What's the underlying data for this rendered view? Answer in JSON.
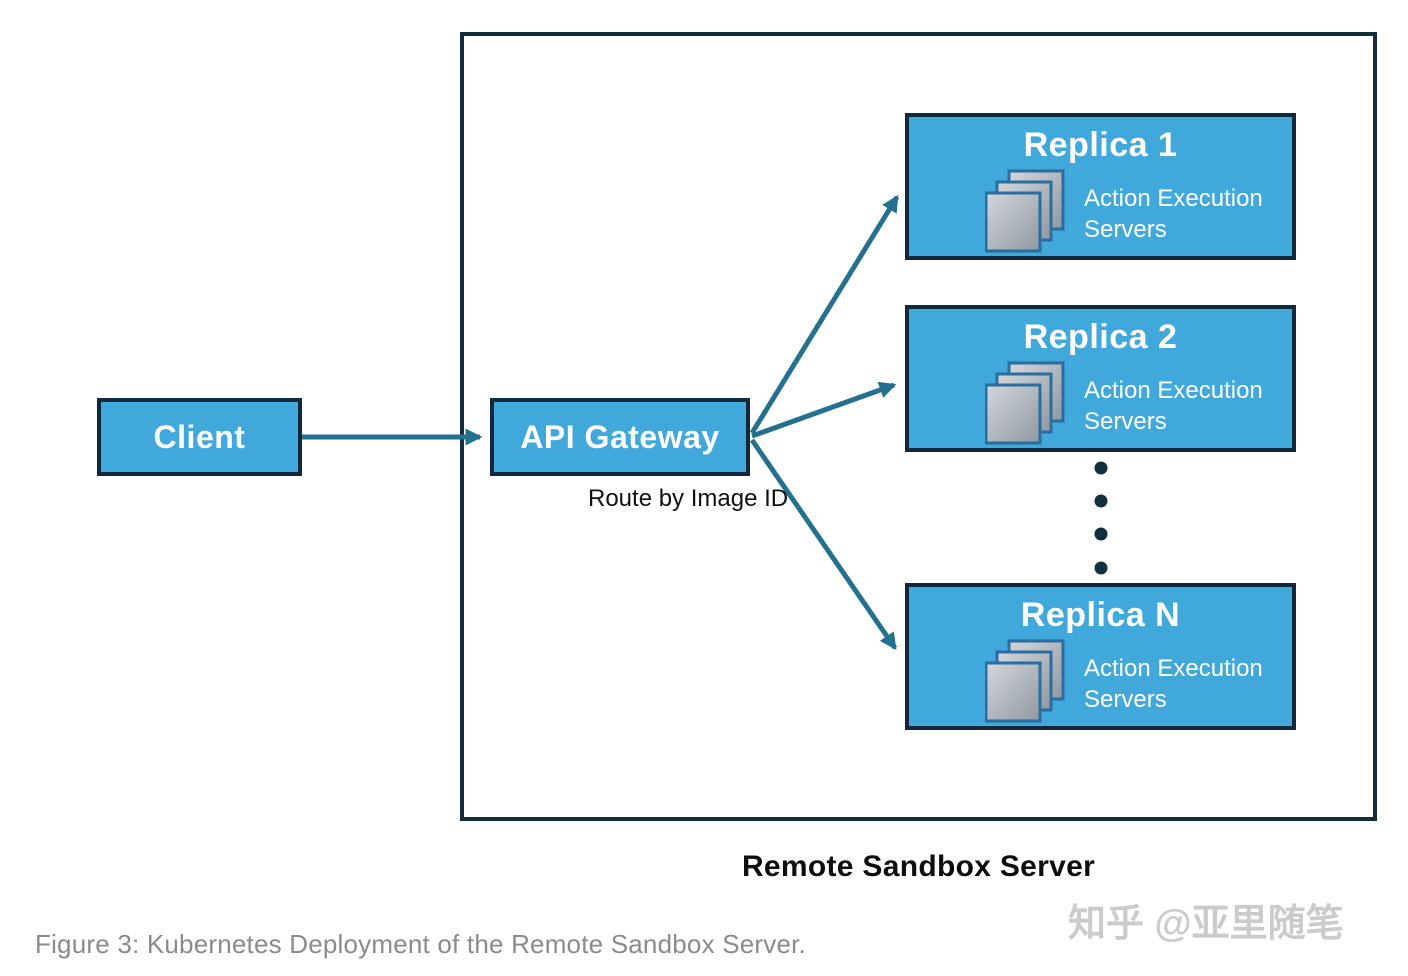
{
  "diagram": {
    "client": {
      "label": "Client"
    },
    "api_gateway": {
      "label": "API Gateway",
      "sublabel": "Route by Image ID"
    },
    "replicas": [
      {
        "title": "Replica 1",
        "body": "Action Execution Servers",
        "icon": "stacked-servers-icon"
      },
      {
        "title": "Replica 2",
        "body": "Action Execution Servers",
        "icon": "stacked-servers-icon"
      },
      {
        "title": "Replica N",
        "body": "Action Execution Servers",
        "icon": "stacked-servers-icon"
      }
    ],
    "ellipsis_dot_count": 4,
    "container_label": "Remote Sandbox Server",
    "connections": [
      {
        "from": "client",
        "to": "api-gateway"
      },
      {
        "from": "api-gateway",
        "to": "replica-1"
      },
      {
        "from": "api-gateway",
        "to": "replica-2"
      },
      {
        "from": "api-gateway",
        "to": "replica-n"
      }
    ]
  },
  "caption": "Figure 3: Kubernetes Deployment of the Remote Sandbox Server.",
  "watermark": "知乎 @亚里随笔",
  "colors": {
    "node_fill": "#41a8dc",
    "node_border": "#10283b",
    "outer_border": "#152e3c",
    "arrow": "#24708f",
    "dot": "#14303e",
    "caption_text": "#8b8b8b",
    "watermark_text": "#cbcbcb",
    "label_on_blue": "#ffffff"
  }
}
